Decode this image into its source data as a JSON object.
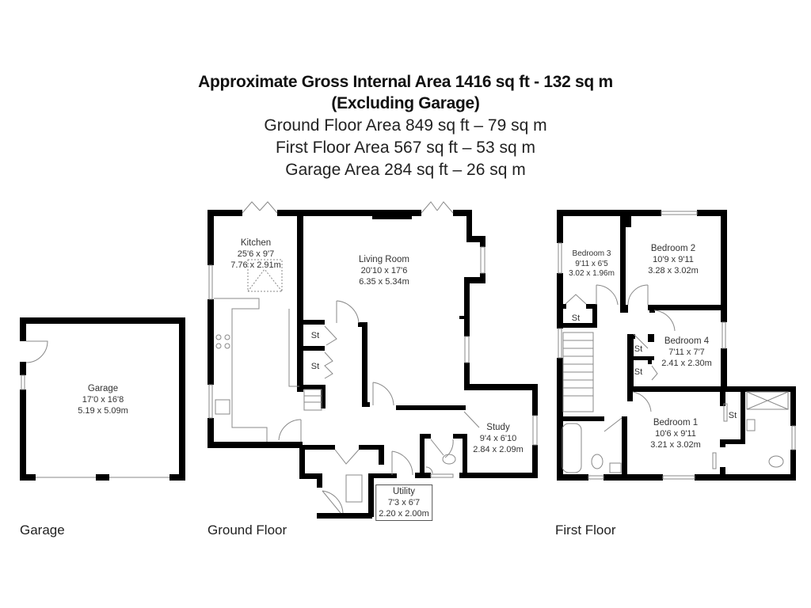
{
  "header": {
    "title_line1": "Approximate Gross Internal Area 1416 sq ft - 132 sq m",
    "title_line2": "(Excluding Garage)",
    "ground_floor_area": "Ground Floor Area 849 sq ft – 79 sq m",
    "first_floor_area": "First Floor Area 567 sq ft – 53 sq m",
    "garage_area": "Garage Area 284 sq ft – 26 sq m"
  },
  "floors": {
    "garage": {
      "label": "Garage",
      "rooms": [
        {
          "name": "Garage",
          "imperial": "17'0 x 16'8",
          "metric": "5.19 x 5.09m"
        }
      ]
    },
    "ground": {
      "label": "Ground Floor",
      "rooms": [
        {
          "name": "Kitchen",
          "imperial": "25'6 x 9'7",
          "metric": "7.76 x 2.91m"
        },
        {
          "name": "Living Room",
          "imperial": "20'10 x 17'6",
          "metric": "6.35 x 5.34m"
        },
        {
          "name": "Study",
          "imperial": "9'4 x 6'10",
          "metric": "2.84 x 2.09m"
        },
        {
          "name": "Utility",
          "imperial": "7'3 x 6'7",
          "metric": "2.20 x 2.00m"
        }
      ],
      "stores": [
        "St",
        "St"
      ]
    },
    "first": {
      "label": "First Floor",
      "rooms": [
        {
          "name": "Bedroom 3",
          "imperial": "9'11 x 6'5",
          "metric": "3.02 x 1.96m"
        },
        {
          "name": "Bedroom 2",
          "imperial": "10'9 x 9'11",
          "metric": "3.28 x 3.02m"
        },
        {
          "name": "Bedroom 4",
          "imperial": "7'11 x 7'7",
          "metric": "2.41 x 2.30m"
        },
        {
          "name": "Bedroom 1",
          "imperial": "10'6 x 9'11",
          "metric": "3.21 x 3.02m"
        }
      ],
      "stores": [
        "St",
        "St",
        "St",
        "St"
      ]
    }
  },
  "colors": {
    "wall": "#000000",
    "fixture": "#888888",
    "text": "#333333"
  }
}
